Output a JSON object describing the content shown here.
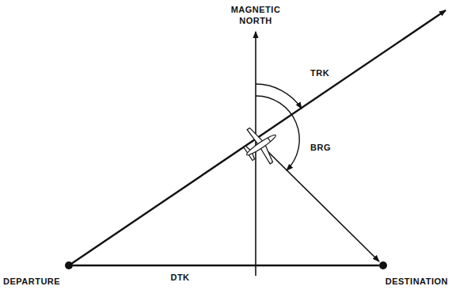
{
  "diagram": {
    "nodes": [
      {
        "text": [
          "DEPARTURE"
        ]
      },
      {
        "text": [
          "DESTINATION"
        ]
      }
    ],
    "edges": [
      {
        "from": 0,
        "to": 1,
        "arrow": "none",
        "label": "DTK"
      }
    ],
    "labels": [
      "MAGNETIC NORTH",
      "TRK",
      "BRG"
    ]
  }
}
